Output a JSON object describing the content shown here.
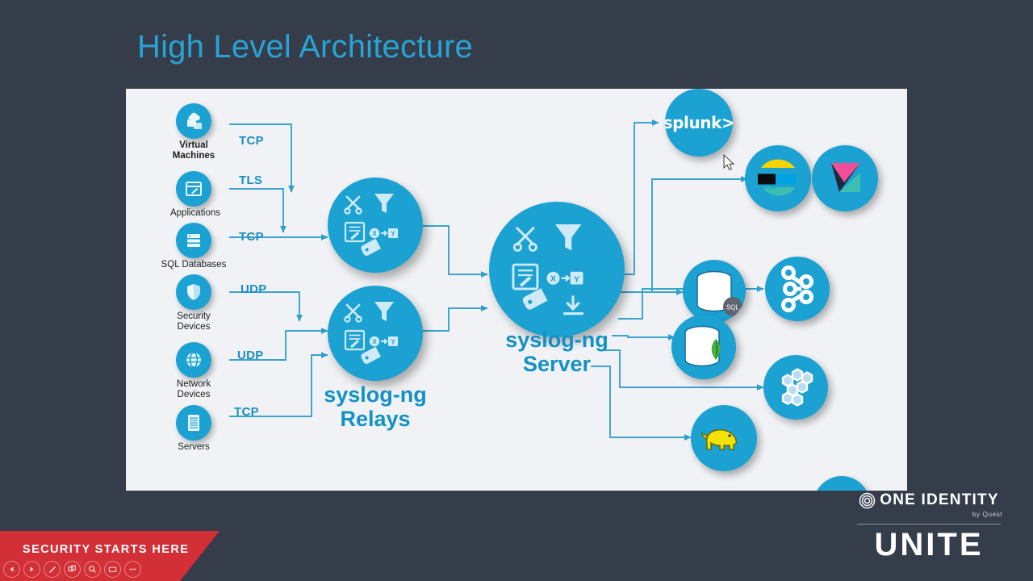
{
  "slide": {
    "title": "High Level Architecture"
  },
  "sources": [
    {
      "label_line1": "Virtual",
      "label_line2": "Machines",
      "icon": "virtual-machines-icon",
      "protocol": "TCP"
    },
    {
      "label_line1": "Applications",
      "label_line2": "",
      "icon": "applications-window-icon",
      "protocol": "TLS"
    },
    {
      "label_line1": "SQL Databases",
      "label_line2": "",
      "icon": "sql-database-icon",
      "protocol": "TCP"
    },
    {
      "label_line1": "Security",
      "label_line2": "Devices",
      "icon": "shield-icon",
      "protocol": "UDP"
    },
    {
      "label_line1": "Network",
      "label_line2": "Devices",
      "icon": "network-globe-icon",
      "protocol": "UDP"
    },
    {
      "label_line1": "Servers",
      "label_line2": "",
      "icon": "server-rack-icon",
      "protocol": "TCP"
    }
  ],
  "processors": {
    "relays_label_line1": "syslog-ng",
    "relays_label_line2": "Relays",
    "server_label_line1": "syslog-ng",
    "server_label_line2": "Server",
    "relay_icons": [
      "scissors-icon",
      "funnel-icon",
      "note-edit-icon",
      "x-to-y-transform-icon",
      "tag-icon"
    ],
    "server_icons": [
      "scissors-icon",
      "funnel-icon",
      "note-edit-icon",
      "x-to-y-transform-icon",
      "tag-icon",
      "store-download-icon"
    ]
  },
  "destinations": [
    {
      "name": "splunk",
      "icon": "splunk-logo",
      "text": "splunk>"
    },
    {
      "name": "elasticsearch",
      "icon": "elasticsearch-logo",
      "text": ""
    },
    {
      "name": "kibana",
      "icon": "kibana-logo",
      "text": ""
    },
    {
      "name": "sql-database",
      "icon": "sql-database-logo",
      "text": "SQL"
    },
    {
      "name": "kafka",
      "icon": "kafka-logo",
      "text": ""
    },
    {
      "name": "mongodb",
      "icon": "mongodb-logo",
      "text": ""
    },
    {
      "name": "hexagon-grid",
      "icon": "hexagon-grid-logo",
      "text": ""
    },
    {
      "name": "hadoop",
      "icon": "hadoop-elephant-logo",
      "text": ""
    }
  ],
  "branding": {
    "banner_text": "SECURITY STARTS HERE",
    "company": "ONE IDENTITY",
    "by_line": "by Quest",
    "event": "UNITE"
  },
  "presenter_controls": [
    {
      "name": "previous-slide",
      "icon": "triangle-left-icon"
    },
    {
      "name": "next-slide",
      "icon": "triangle-right-icon"
    },
    {
      "name": "pen-tool",
      "icon": "pen-icon"
    },
    {
      "name": "all-slides",
      "icon": "grid-icon"
    },
    {
      "name": "zoom-tool",
      "icon": "magnifier-icon"
    },
    {
      "name": "screen-options",
      "icon": "screen-icon"
    },
    {
      "name": "more-options",
      "icon": "ellipsis-icon"
    }
  ],
  "colors": {
    "background": "#353c4a",
    "slide_bg": "#f0f2f5",
    "accent_blue": "#1ba1d2",
    "title_blue": "#29a3d4",
    "banner_red": "#d32f36"
  }
}
